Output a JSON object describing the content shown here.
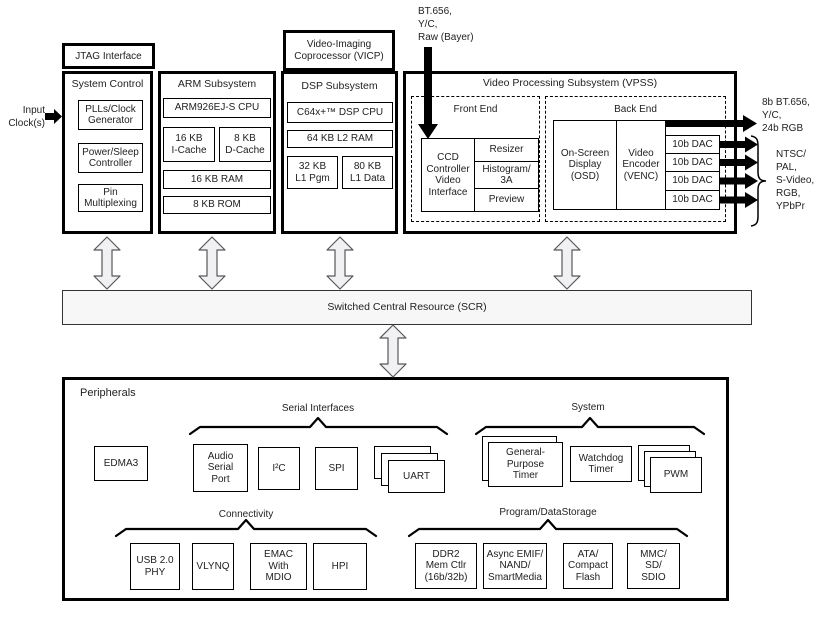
{
  "colors": {
    "ink": "#000000",
    "arrow_fill": "#f1f1f3",
    "scr_fill": "#f7f7f7"
  },
  "external": {
    "video_in": "BT.656,\nY/C,\nRaw (Bayer)",
    "input_clocks": "Input\nClock(s)",
    "video_out_primary": "8b BT.656,\nY/C,\n24b RGB",
    "video_out_analog": "NTSC/\nPAL,\nS-Video,\nRGB,\nYPbPr"
  },
  "jtag": {
    "label": "JTAG Interface"
  },
  "system_control": {
    "title": "System Control",
    "pll": "PLLs/Clock\nGenerator",
    "power": "Power/Sleep\nController",
    "pinmux": "Pin\nMultiplexing"
  },
  "arm": {
    "title": "ARM Subsystem",
    "cpu": "ARM926EJ-S CPU",
    "icache": "16 KB\nI-Cache",
    "dcache": "8 KB\nD-Cache",
    "ram": "16 KB RAM",
    "rom": "8 KB ROM"
  },
  "vicp": {
    "label": "Video-Imaging\nCoprocessor (VICP)"
  },
  "dsp": {
    "title": "DSP Subsystem",
    "cpu": "C64x+™ DSP CPU",
    "l2": "64 KB L2 RAM",
    "l1p": "32 KB\nL1 Pgm",
    "l1d": "80 KB\nL1 Data"
  },
  "vpss": {
    "title": "Video Processing Subsystem (VPSS)",
    "front_end": {
      "title": "Front End",
      "ccd": "CCD\nController\nVideo\nInterface",
      "resizer": "Resizer",
      "histogram": "Histogram/\n3A",
      "preview": "Preview"
    },
    "back_end": {
      "title": "Back End",
      "osd": "On-Screen\nDisplay\n(OSD)",
      "venc": "Video\nEncoder\n(VENC)",
      "dacs": [
        "10b DAC",
        "10b DAC",
        "10b DAC",
        "10b DAC"
      ]
    }
  },
  "scr": {
    "label": "Switched Central Resource (SCR)"
  },
  "peripherals": {
    "title": "Peripherals",
    "edma": "EDMA3",
    "serial": {
      "label": "Serial Interfaces",
      "audio": "Audio\nSerial\nPort",
      "i2c": "I²C",
      "spi": "SPI",
      "uart": "UART"
    },
    "system": {
      "label": "System",
      "gp_timer": "General-\nPurpose\nTimer",
      "watchdog": "Watchdog\nTimer",
      "pwm": "PWM"
    },
    "connectivity": {
      "label": "Connectivity",
      "usb": "USB 2.0\nPHY",
      "vlynq": "VLYNQ",
      "emac": "EMAC\nWith\nMDIO",
      "hpi": "HPI"
    },
    "storage": {
      "label": "Program/DataStorage",
      "ddr2": "DDR2\nMem Ctlr\n(16b/32b)",
      "emif": "Async EMIF/\nNAND/\nSmartMedia",
      "ata": "ATA/\nCompact\nFlash",
      "mmc": "MMC/\nSD/\nSDIO"
    }
  }
}
